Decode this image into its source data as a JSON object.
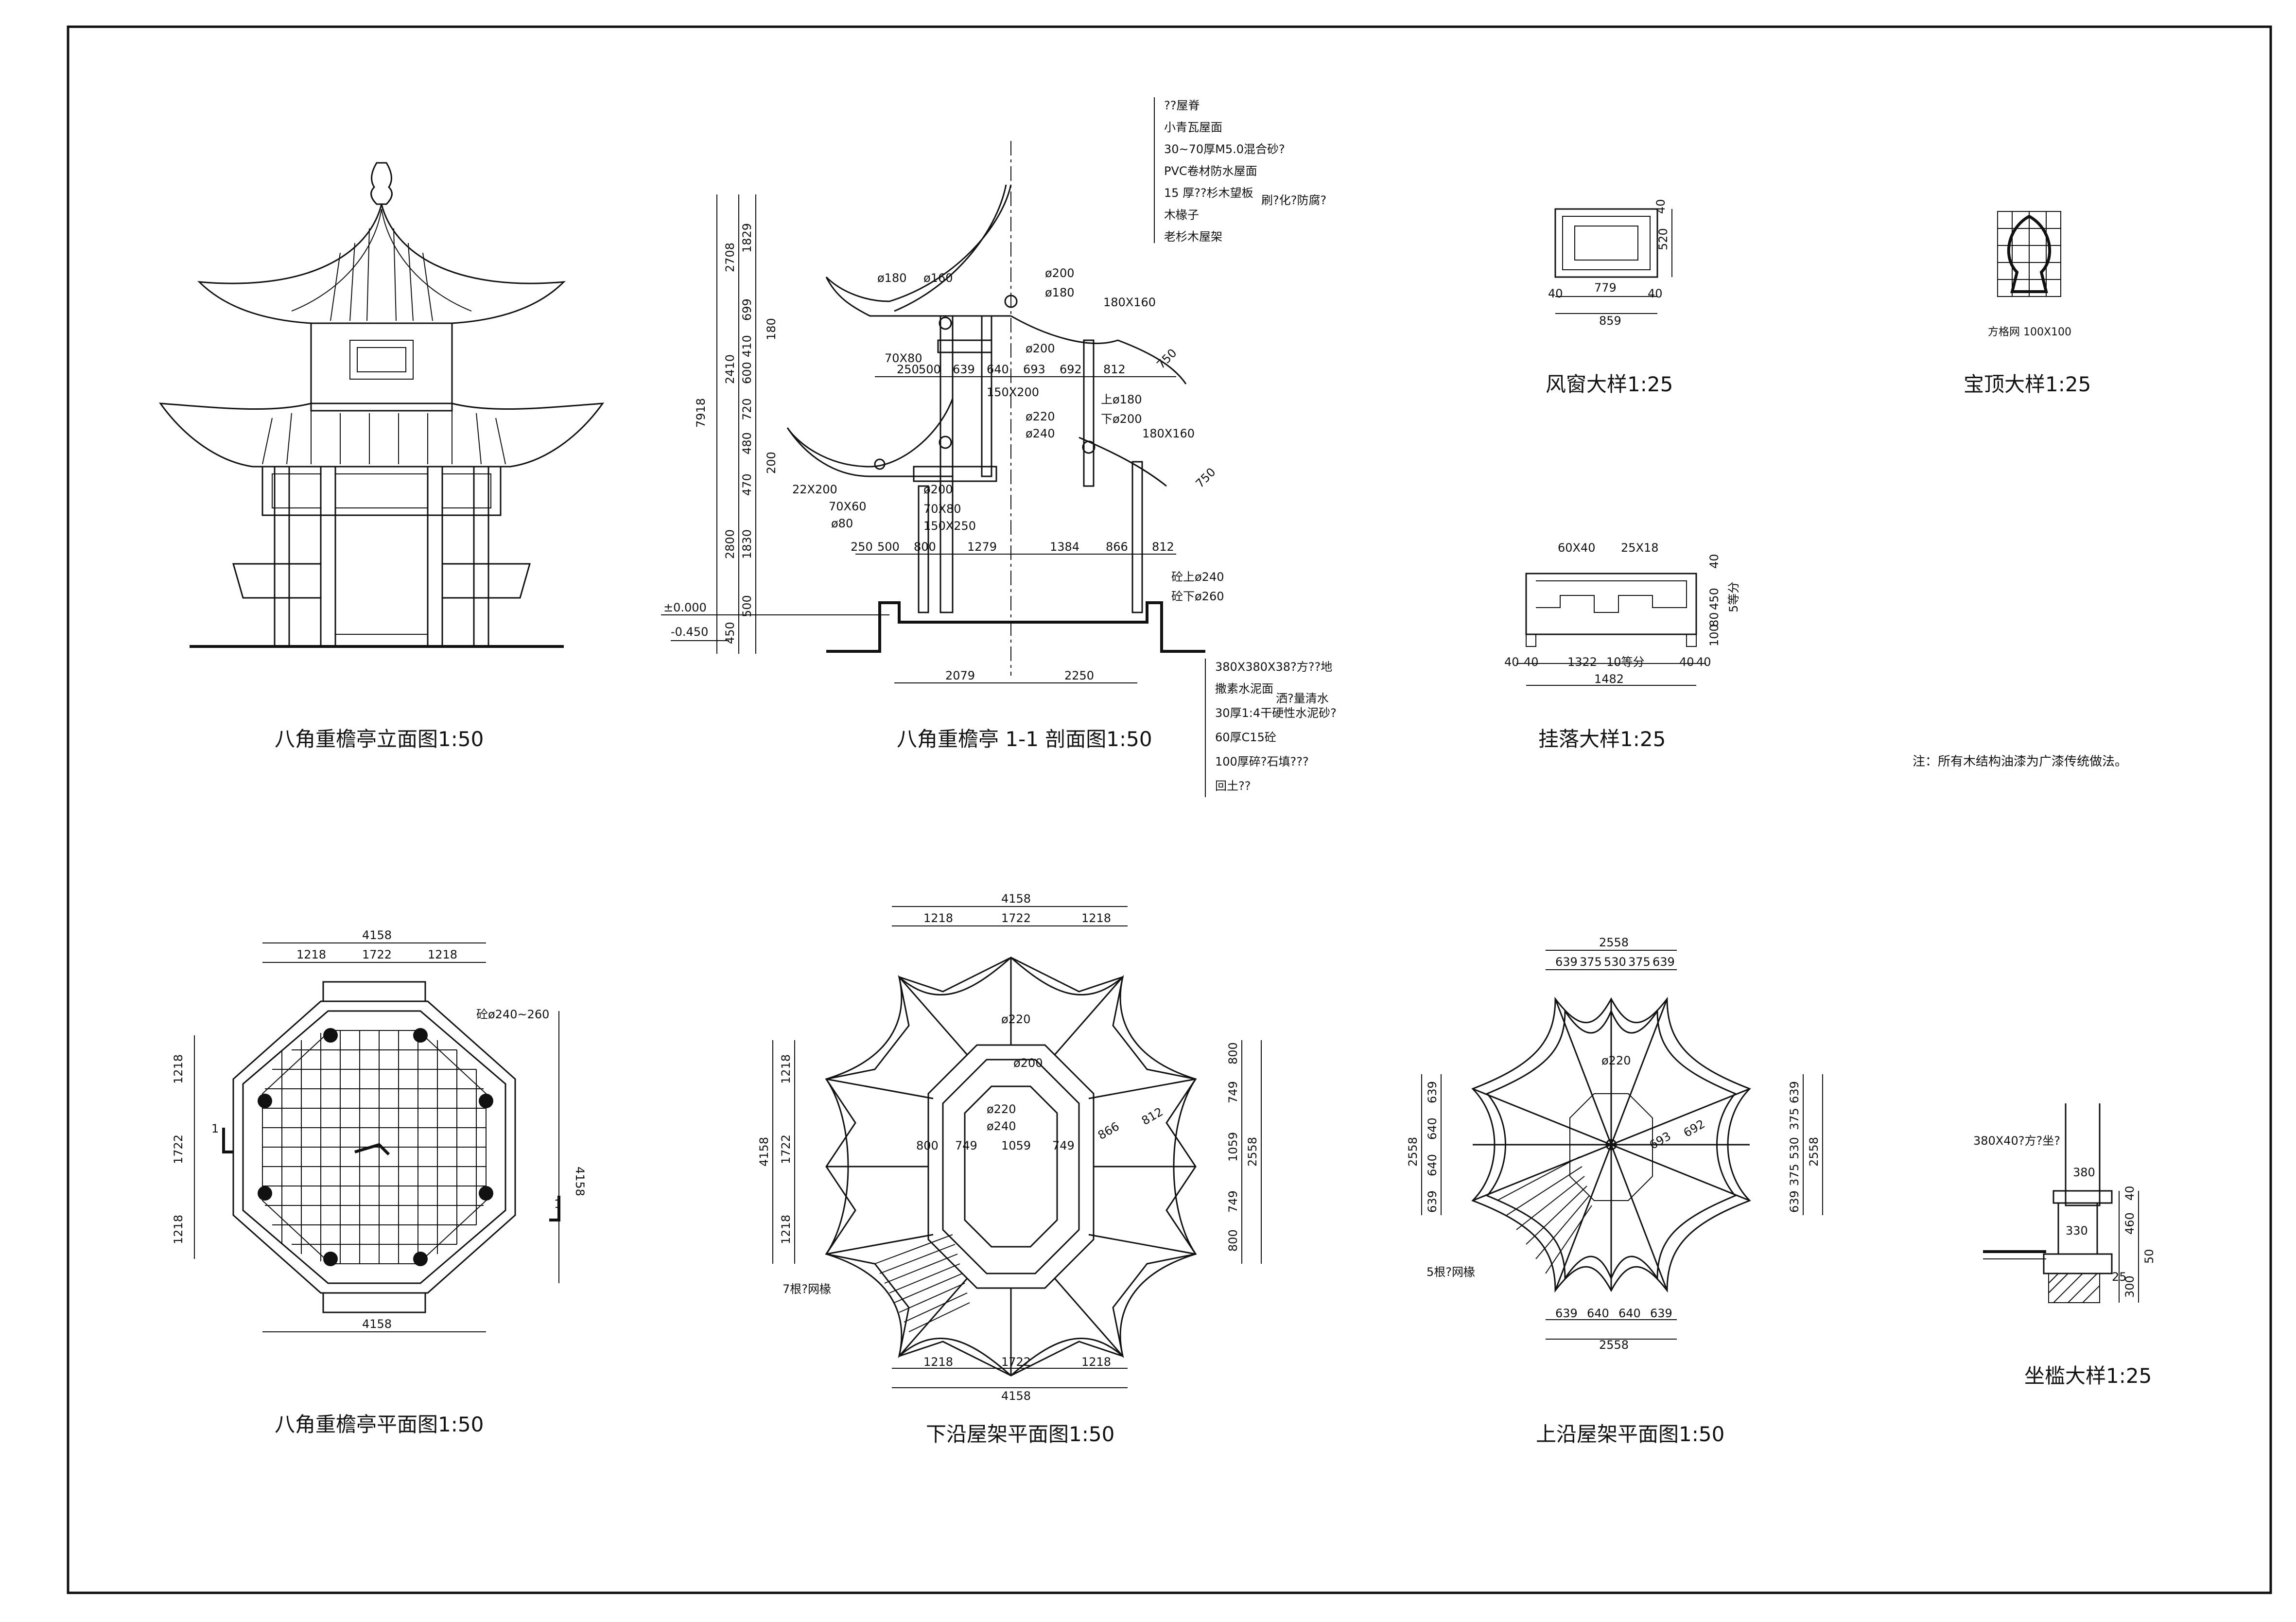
{
  "titles": {
    "elevation": "八角重檐亭立面图1:50",
    "section": "八角重檐亭 1-1 剖面图1:50",
    "wind_window": "风窗大样1:25",
    "finial": "宝顶大样1:25",
    "hanging_fret": "挂落大样1:25",
    "plan": "八角重檐亭平面图1:50",
    "lower_roof": "下沿屋架平面图1:50",
    "upper_roof": "上沿屋架平面图1:50",
    "bench": "坐槛大样1:25"
  },
  "general_note": "注：所有木结构油漆为广漆传统做法。",
  "roof_layers": [
    "??屋脊",
    "小青瓦屋面",
    "30~70厚M5.0混合砂?",
    "PVC卷材防水屋面",
    "15 厚??杉木望板",
    "木椽子",
    "老杉木屋架"
  ],
  "roof_layer_note": "刷?化?防腐?",
  "floor_layers": [
    "380X380X38?方??地",
    "撒素水泥面",
    "30厚1:4干硬性水泥砂?",
    "60厚C15砼",
    "100厚碎?石填???",
    "回土??"
  ],
  "floor_layer_note": "洒?量清水",
  "section_dims": {
    "left_outer": [
      "2708",
      "2410",
      "2800",
      "450"
    ],
    "left_total": "7918",
    "left_inner": [
      "1829",
      "699",
      "180",
      "410",
      "600",
      "720",
      "480",
      "200",
      "470",
      "1830",
      "500"
    ],
    "elev_top": "±0.000",
    "elev_bottom": "-0.450",
    "row_upper": [
      "250",
      "500",
      "639",
      "640",
      "693",
      "692",
      "812"
    ],
    "row_lower": [
      "250",
      "500",
      "800",
      "1279",
      "1384",
      "866",
      "812"
    ],
    "bottom": [
      "2079",
      "2250"
    ],
    "labels": [
      "ø180",
      "ø160",
      "ø200",
      "ø180",
      "180X160",
      "70X80",
      "ø200",
      "150X200",
      "750",
      "上ø180",
      "下ø200",
      "ø220",
      "ø240",
      "180X160",
      "22X200",
      "ø200",
      "70X60",
      "70X80",
      "ø80",
      "150X250",
      "750",
      "砼上ø240",
      "砼下ø260"
    ]
  },
  "wind_window_dims": [
    "40",
    "520",
    "40",
    "40",
    "779",
    "40",
    "859"
  ],
  "finial_label": "方格网 100X100",
  "hanging_fret_dims": {
    "top": [
      "60X40",
      "25X18"
    ],
    "right": [
      "40",
      "450",
      "100",
      "80"
    ],
    "right_note": "5等分",
    "bottom": [
      "40",
      "40",
      "1322",
      "10等分",
      "40",
      "40"
    ],
    "total": "1482"
  },
  "plan_dims": {
    "total": "4158",
    "parts": [
      "1218",
      "1722",
      "1218"
    ],
    "column_label": "砼ø240~260",
    "section_mark": "1"
  },
  "lower_roof_dims": {
    "total": "4158",
    "parts": [
      "1218",
      "1722",
      "1218"
    ],
    "right": [
      "800",
      "749",
      "1059",
      "749",
      "800"
    ],
    "right_total": "2558",
    "inner": [
      "800",
      "749",
      "1059",
      "749",
      "866",
      "812"
    ],
    "labels": [
      "ø220",
      "ø200",
      "ø220",
      "ø240"
    ],
    "rafter_note": "7根?网椽"
  },
  "upper_roof_dims": {
    "total": "2558",
    "parts": [
      "639",
      "375",
      "530",
      "375",
      "639"
    ],
    "bottom_parts": [
      "639",
      "640",
      "640",
      "639"
    ],
    "left": [
      "639",
      "640",
      "640",
      "639"
    ],
    "right": [
      "639",
      "375",
      "530",
      "375",
      "639"
    ],
    "inner": [
      "693",
      "692"
    ],
    "labels": [
      "ø220"
    ],
    "rafter_note": "5根?网椽"
  },
  "bench_dims": {
    "label": "380X40?方?坐?",
    "dims": [
      "380",
      "330",
      "40",
      "460",
      "50",
      "300",
      "25"
    ]
  }
}
